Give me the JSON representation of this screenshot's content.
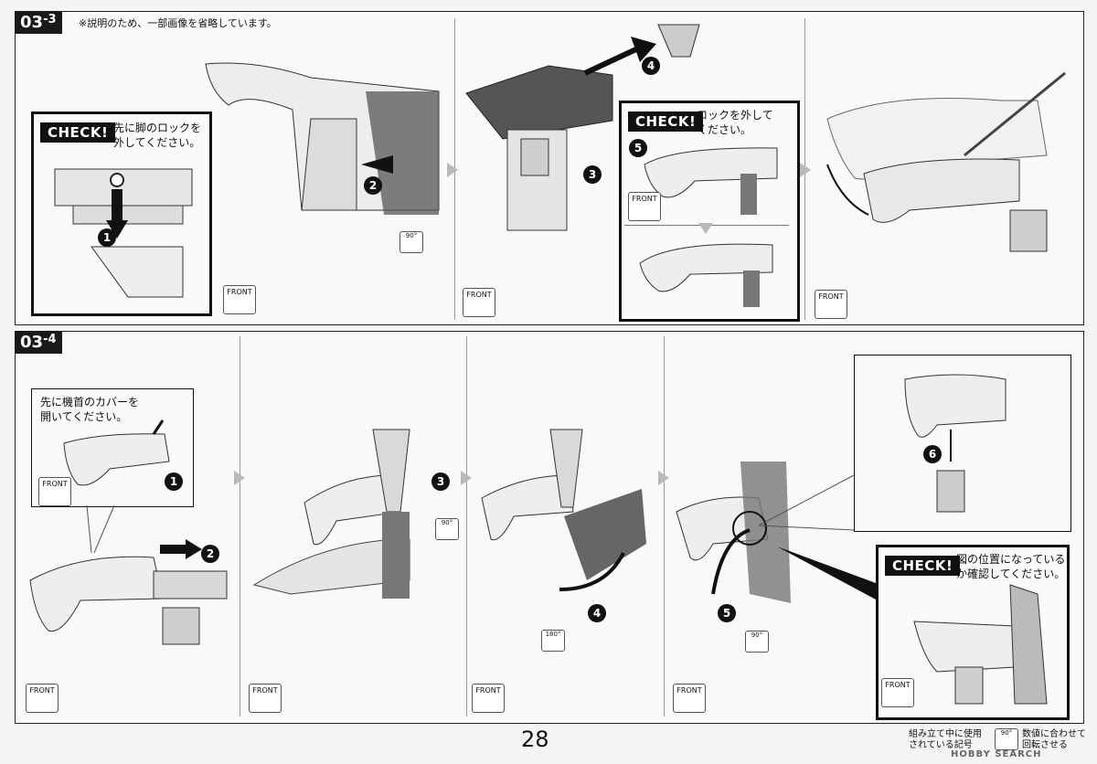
{
  "page": {
    "number": "28",
    "note": "※説明のため、一部画像を省略しています。"
  },
  "section_a": {
    "step_main": "03",
    "step_sub": "-3",
    "check1": {
      "badge": "CHECK!",
      "text": "先に脚のロックを\n外してください。"
    },
    "check2": {
      "badge": "CHECK!",
      "text": "ロックを外して\nください。"
    },
    "front_labels": [
      "FRONT",
      "FRONT",
      "FRONT",
      "FRONT"
    ],
    "rotation_labels": [
      "90°"
    ],
    "numbers": [
      "1",
      "2",
      "3",
      "4",
      "5"
    ]
  },
  "section_b": {
    "step_main": "03",
    "step_sub": "-4",
    "pre_note": "先に機首のカバーを\n開いてください。",
    "check3": {
      "badge": "CHECK!",
      "text": "図の位置になっている\nか確認してください。"
    },
    "front_labels": [
      "FRONT",
      "FRONT",
      "FRONT",
      "FRONT",
      "FRONT",
      "FRONT"
    ],
    "rotation_labels": [
      "90°",
      "180°",
      "90°"
    ],
    "numbers": [
      "1",
      "2",
      "3",
      "4",
      "5",
      "6"
    ]
  },
  "legend": {
    "left": "組み立て中に使用\nされている記号",
    "rot": "90°",
    "right": "数値に合わせて\n回転させる"
  },
  "watermark": "HOBBY SEARCH"
}
